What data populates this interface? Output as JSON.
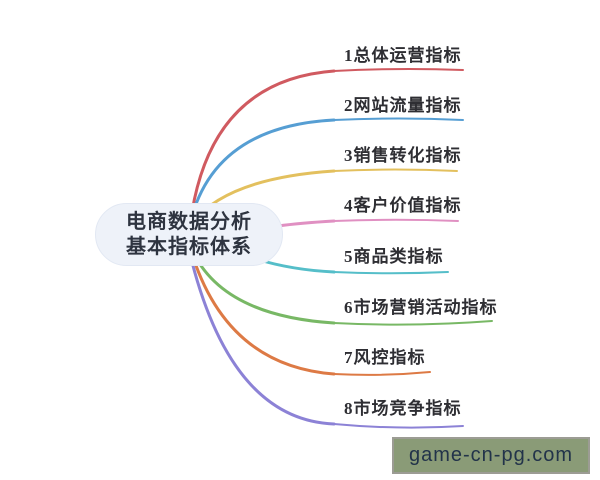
{
  "diagram": {
    "type": "mindmap",
    "background": "#ffffff"
  },
  "center": {
    "line1": "电商数据分析",
    "line2": "基本指标体系",
    "fill": "#eef2f9",
    "text_color": "#2e3440"
  },
  "branches": [
    {
      "label": "1总体运营指标",
      "color": "#d05a60"
    },
    {
      "label": "2网站流量指标",
      "color": "#569ed3"
    },
    {
      "label": "3销售转化指标",
      "color": "#e3c05e"
    },
    {
      "label": "4客户价值指标",
      "color": "#e090c2"
    },
    {
      "label": "5商品类指标",
      "color": "#55bec9"
    },
    {
      "label": "6市场营销活动指标",
      "color": "#78b865"
    },
    {
      "label": "7风控指标",
      "color": "#dd7a45"
    },
    {
      "label": "8市场竞争指标",
      "color": "#8c82d6"
    }
  ],
  "watermark": {
    "text": "game-cn-pg.com",
    "bg": "#8a9b77",
    "fg": "#22334a"
  }
}
